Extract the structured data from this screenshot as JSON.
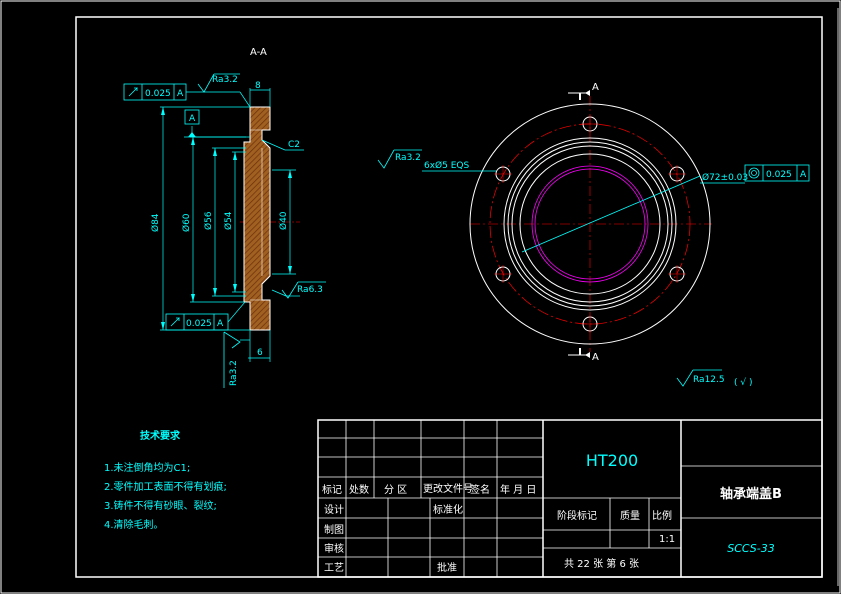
{
  "colors": {
    "background": "#000000",
    "outline": "#ffffff",
    "dimension": "#00ffff",
    "centerline": "#ff0000",
    "hidden": "#ff00ff",
    "section_fill": "#a06020"
  },
  "section": {
    "title": "A-A",
    "roughness_top": "Ra3.2",
    "tol_top": "0.025",
    "datum_top": "A",
    "datum_label": "A",
    "width_top": "8",
    "chamfer": "C2",
    "dia_84": "Ø84",
    "dia_60": "Ø60",
    "dia_56": "Ø56",
    "dia_54": "Ø54",
    "dia_40": "Ø40",
    "roughness_right": "Ra6.3",
    "tol_bottom": "0.025",
    "datum_bottom": "A",
    "width_bottom": "6",
    "roughness_bottom": "Ra3.2"
  },
  "front": {
    "section_mark_top": "A",
    "section_mark_bottom": "A",
    "roughness_holes": "Ra3.2",
    "holes": "6xØ5 EQS",
    "dia_fit": "Ø72±0.03",
    "tol_conc": "0.025",
    "datum_conc": "A"
  },
  "general_roughness": {
    "value": "Ra12.5",
    "remark": "( √ )"
  },
  "requirements": {
    "title": "技术要求",
    "items": [
      "1.未注倒角均为C1;",
      "2.零件加工表面不得有划痕;",
      "3.铸件不得有砂眼、裂纹;",
      "4.清除毛刺。"
    ]
  },
  "title_block": {
    "material": "HT200",
    "part_name": "轴承端盖B",
    "drawing_no": "SCCS-33",
    "headers_row": [
      "标记",
      "处数",
      "分 区",
      "更改文件号",
      "签名",
      "年 月 日"
    ],
    "design": "设计",
    "standardize": "标准化",
    "draw": "制图",
    "review": "审核",
    "process": "工艺",
    "approve": "批准",
    "stage_mark": "阶段标记",
    "weight": "质量",
    "scale": "比例",
    "scale_value": "1:1",
    "sheet_info": "共 22 张 第 6 张"
  }
}
